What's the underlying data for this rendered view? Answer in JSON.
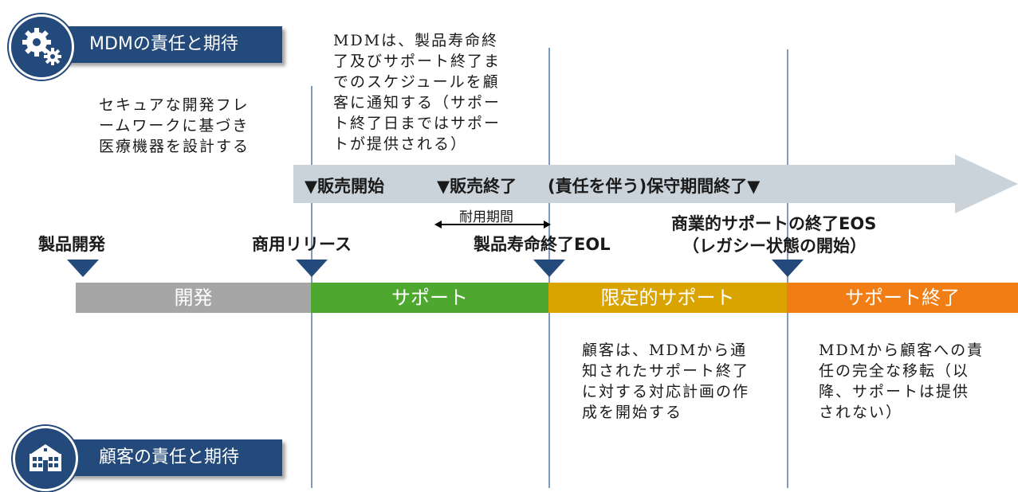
{
  "top_badge": {
    "title": "MDMの責任と期待",
    "icon": "gears-icon"
  },
  "bottom_badge": {
    "title": "顧客の責任と期待",
    "icon": "building-icon"
  },
  "text": {
    "dev_desc": [
      "セキュアな開発フレ",
      "ームワークに基づき",
      "医療機器を設計する"
    ],
    "mdm_notice": [
      "MDMは、製品寿命終",
      "了及びサポート終了ま",
      "でのスケジュールを顧",
      "客に通知する（サポー",
      "ト終了日まではサポー",
      "トが提供される）"
    ],
    "customer_plan": [
      "顧客は、MDMから通",
      "知されたサポート終了",
      "に対する対応計画の作",
      "成を開始する"
    ],
    "transfer": [
      "MDMから顧客への責",
      "任の完全な移転（以",
      "降、サポートは提供",
      "されない）"
    ]
  },
  "arrow": {
    "sales_start": "▼販売開始",
    "sales_end": "▼販売終了",
    "maintenance_end": "(責任を伴う)保守期間終了▼",
    "service_life": "耐用期間"
  },
  "milestones": {
    "dev": "製品開発",
    "release": "商用リリース",
    "eol": "製品寿命終了EOL",
    "eos_1": "商業的サポートの終了EOS",
    "eos_2": "（レガシー状態の開始）"
  },
  "phases": [
    {
      "label": "開発",
      "color": "#a6a6a6"
    },
    {
      "label": "サポート",
      "color": "#4ea72e"
    },
    {
      "label": "限定的サポート",
      "color": "#d9a300"
    },
    {
      "label": "サポート終了",
      "color": "#f07e14"
    }
  ],
  "colors": {
    "badge": "#234a7a",
    "arrow": "#c9d3d9",
    "marker": "#234a7a",
    "divider": "#7f9cbf"
  }
}
